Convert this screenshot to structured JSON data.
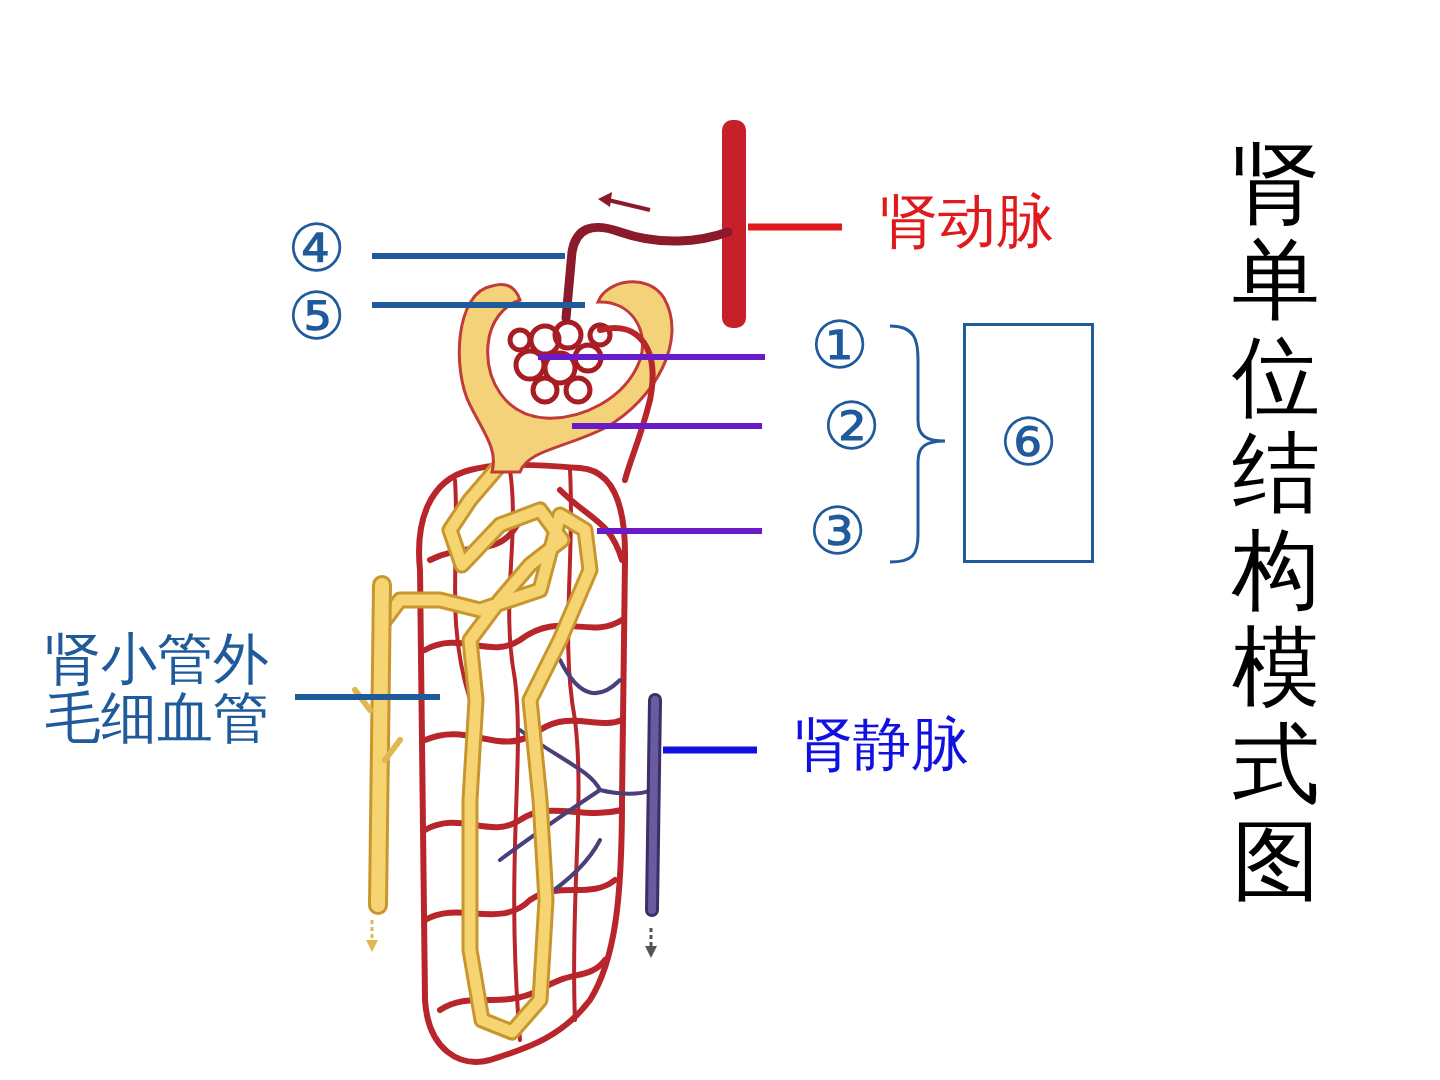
{
  "diagram": {
    "title": "肾单位结构模式图",
    "nodes": [
      {
        "text": [
          "⑥"
        ]
      }
    ],
    "edges": [],
    "labels": [
      "④",
      "⑤",
      "①",
      "②",
      "③",
      "肾动脉",
      "肾小管外 毛细血管",
      "肾静脉"
    ]
  }
}
